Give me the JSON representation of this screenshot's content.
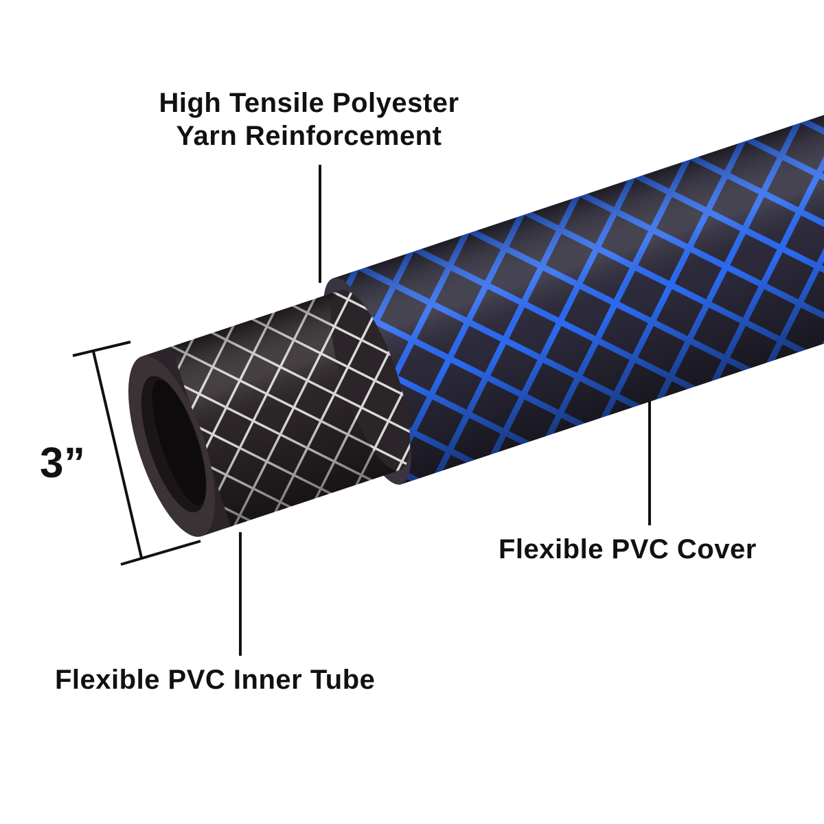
{
  "labels": {
    "reinforcement_line1": "High Tensile Polyester",
    "reinforcement_line2": "Yarn Reinforcement",
    "cover": "Flexible PVC Cover",
    "inner_tube": "Flexible PVC Inner Tube",
    "diameter": "3”"
  },
  "colors": {
    "cover_blue": "#1f5fd6",
    "inner_tube": "#2a2326",
    "yarn": "#d8d8d8",
    "text": "#111111"
  }
}
